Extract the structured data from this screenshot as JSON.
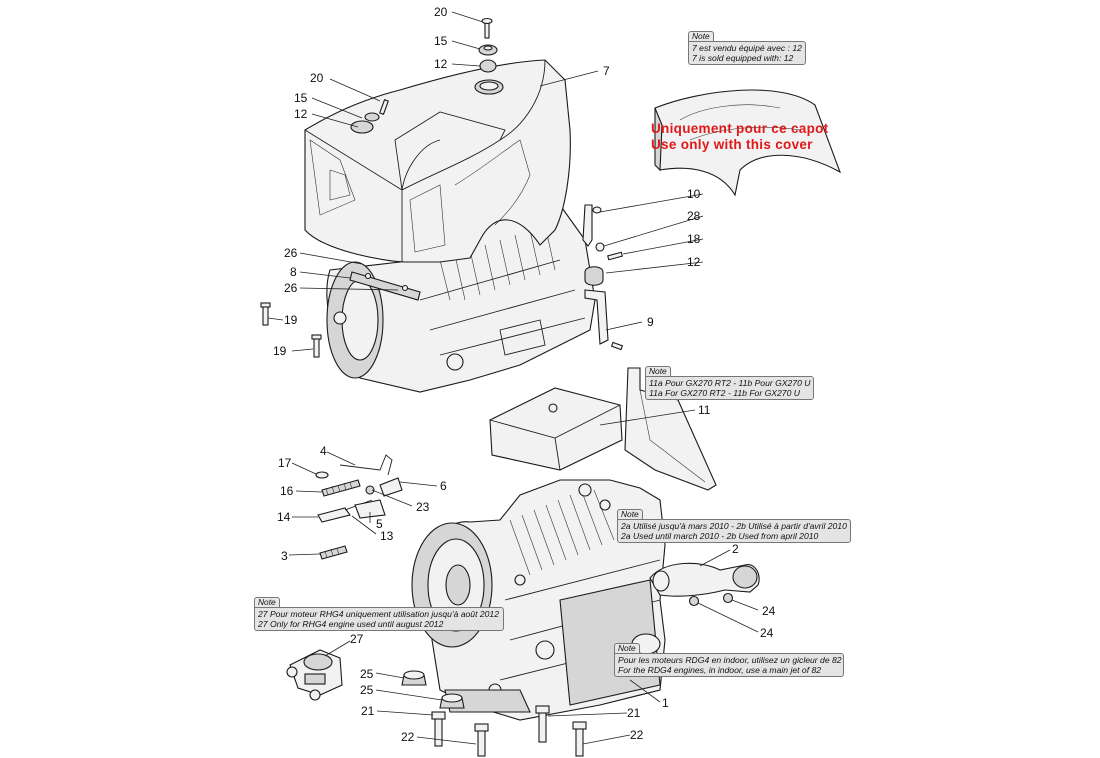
{
  "labels": {
    "p20_top": "20",
    "p15_top": "15",
    "p12_top": "12",
    "p7": "7",
    "p20_left": "20",
    "p15_left": "15",
    "p12_left": "12",
    "p10": "10",
    "p28": "28",
    "p18": "18",
    "p12_right": "12",
    "p9": "9",
    "p26_a": "26",
    "p8": "8",
    "p26_b": "26",
    "p19_a": "19",
    "p19_b": "19",
    "p11": "11",
    "p4": "4",
    "p17": "17",
    "p6": "6",
    "p16": "16",
    "p23": "23",
    "p14": "14",
    "p5": "5",
    "p13": "13",
    "p3": "3",
    "p2": "2",
    "p24_a": "24",
    "p24_b": "24",
    "p27": "27",
    "p25_a": "25",
    "p25_b": "25",
    "p1": "1",
    "p21_a": "21",
    "p21_b": "21",
    "p22_a": "22",
    "p22_b": "22"
  },
  "notes": {
    "cover": {
      "tag": "Note",
      "lines": [
        "7 est vendu équipé avec : 12",
        "7 is sold equipped with: 12"
      ]
    },
    "shroud": {
      "tag": "Note",
      "lines": [
        "11a Pour GX270 RT2 - 11b Pour GX270 U",
        "11a For GX270 RT2 - 11b For GX270 U"
      ]
    },
    "exhaust": {
      "tag": "Note",
      "lines": [
        "2a Utilisé jusqu'à mars 2010 - 2b Utilisé à partir d'avril 2010",
        "2a Used until march 2010 - 2b Used from april 2010"
      ]
    },
    "rhg4": {
      "tag": "Note",
      "lines": [
        "27 Pour moteur RHG4 uniquement utilisation jusqu'à août 2012",
        "27 Only for RHG4 engine used until august 2012"
      ]
    },
    "rdg4": {
      "tag": "Note",
      "lines": [
        "Pour les moteurs RDG4 en indoor, utilisez un gicleur de 82",
        "For the RDG4 engines, in indoor, use a main jet of 82"
      ]
    }
  },
  "warning": {
    "fr": "Uniquement pour ce capot",
    "en": "Use only with this cover",
    "color": "#e01818"
  }
}
